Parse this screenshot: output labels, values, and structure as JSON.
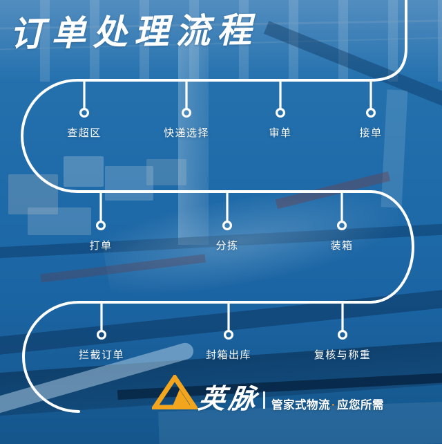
{
  "title": "订单处理流程",
  "flow": {
    "rows": [
      {
        "items": [
          {
            "label": "查超区"
          },
          {
            "label": "快递选择"
          },
          {
            "label": "审单"
          },
          {
            "label": "接单"
          }
        ]
      },
      {
        "items": [
          {
            "label": "打单"
          },
          {
            "label": "分拣"
          },
          {
            "label": "装箱"
          }
        ]
      },
      {
        "items": [
          {
            "label": "拦截订单"
          },
          {
            "label": "封箱出库"
          },
          {
            "label": "复核与称重"
          }
        ]
      }
    ]
  },
  "footer": {
    "brand_name": "英脉",
    "tagline_prefix": "管家式物流",
    "tagline_separator": "·",
    "tagline_suffix": "应您所需"
  },
  "colors": {
    "background_blue": "#1f6ba9",
    "line_white": "#ffffff",
    "logo_amber": "#F2A51D",
    "tagline_dot_orange": "#F08A1D"
  }
}
